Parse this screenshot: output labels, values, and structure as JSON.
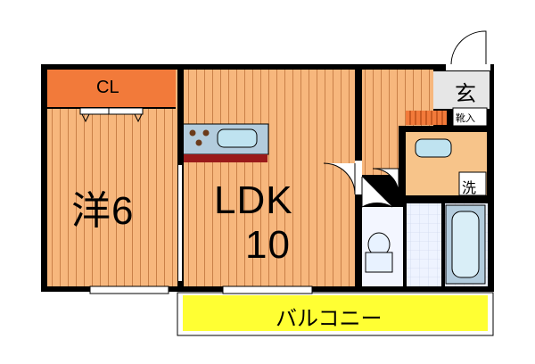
{
  "rooms": {
    "western": {
      "name": "洋6"
    },
    "ldk": {
      "name": "LDK",
      "size": "10"
    },
    "closet": {
      "name": "CL"
    },
    "entrance": {
      "name": "玄"
    },
    "shoe_box": {
      "name": "靴入"
    },
    "washer": {
      "name": "洗"
    },
    "balcony": {
      "name": "バルコニー"
    }
  },
  "colors": {
    "floor_wood": "#f7b77d",
    "floor_lines": "#c98048",
    "closet": "#f27a3a",
    "balcony": "#ffff33",
    "wall": "#000000",
    "tile": "#e8f0ff",
    "washroom": "#f7c48a",
    "counter": "#b3ccdd",
    "kitchen_dark": "#9a1a1a",
    "entry_floor": "#e6e6e6"
  }
}
